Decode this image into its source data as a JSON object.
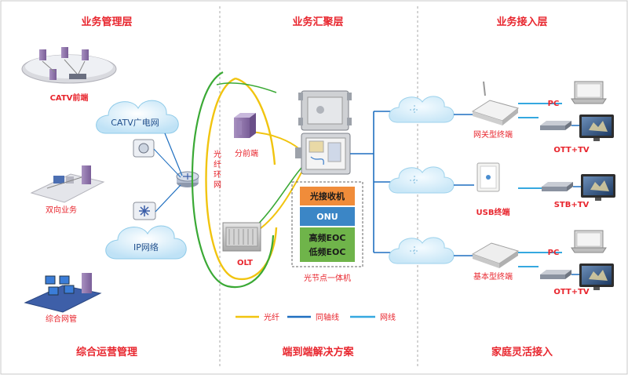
{
  "layers": {
    "management": "业务管理层",
    "aggregation": "业务汇聚层",
    "access": "业务接入层"
  },
  "footer": {
    "ops": "综合运营管理",
    "e2e": "端到端解决方案",
    "home": "家庭灵活接入"
  },
  "left": {
    "catv_head": "CATV前端",
    "catv_cloud": "CATV广电网",
    "two_way": "双向业务",
    "ip_cloud": "IP网络",
    "nms": "综合网管"
  },
  "middle": {
    "ring": "光纤环网",
    "headend": "分前端",
    "olt": "OLT",
    "node_title": "光节点一体机",
    "node_rows": [
      "光接收机",
      "ONU",
      "高频EOC",
      "低频EOC"
    ]
  },
  "right": {
    "gateway": "网关型终端",
    "usb": "USB终端",
    "basic": "基本型终端",
    "pc1": "PC",
    "otttv1": "OTT+TV",
    "stbtv": "STB+TV",
    "pc2": "PC",
    "otttv2": "OTT+TV"
  },
  "legend": {
    "fiber": "光纤",
    "coax": "同轴线",
    "net": "网线"
  },
  "colors": {
    "title_red": "#e8262e",
    "fiber": "#f1c40f",
    "fiber_green": "#3aa935",
    "coax": "#1f6fc0",
    "net": "#35a8e0",
    "divider": "#a8a8a8",
    "orange": "#f08c3a",
    "blue": "#3b86c6",
    "green": "#6fb44a"
  }
}
